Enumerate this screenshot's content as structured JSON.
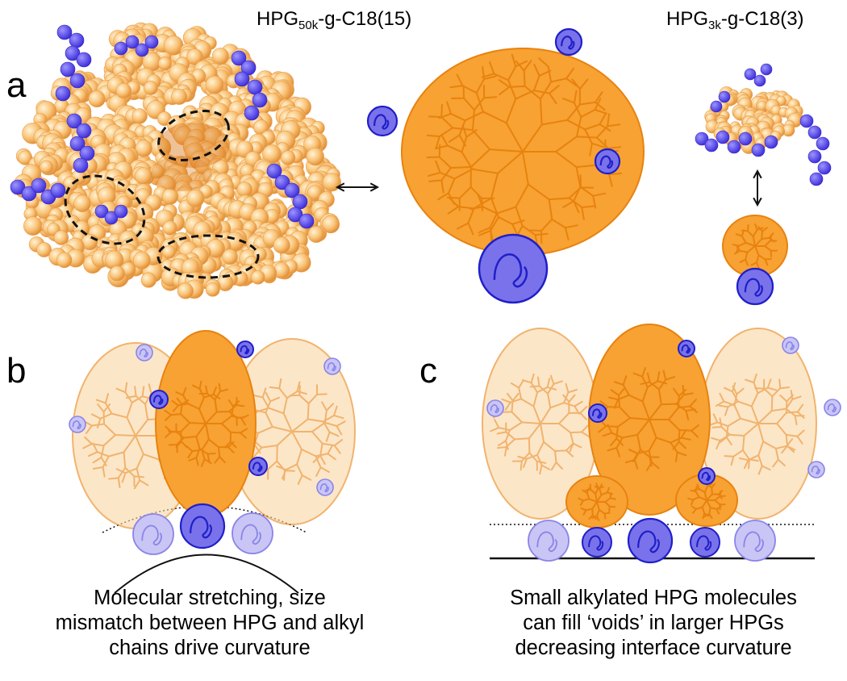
{
  "panels": {
    "a": {
      "letter": "a",
      "title_large": {
        "prefix": "HPG",
        "sub": "50k",
        "suffix": "-g-C18(15)"
      },
      "title_small": {
        "prefix": "HPG",
        "sub": "3k",
        "suffix": "-g-C18(3)"
      }
    },
    "b": {
      "letter": "b",
      "caption": [
        "Molecular stretching, size",
        "mismatch between HPG and alkyl",
        "chains drive curvature"
      ]
    },
    "c": {
      "letter": "c",
      "caption": [
        "Small alkylated HPG molecules",
        "can fill ‘voids’ in larger HPGs",
        "decreasing interface curvature"
      ]
    }
  },
  "colors": {
    "hpg_fill": "#f7a233",
    "hpg_stroke": "#e8820e",
    "hpg_faded_fill": "#fbd6a4",
    "alkyl_fill": "#7a72ea",
    "alkyl_stroke": "#1f1fc8",
    "alkyl_faded": "#c9c6f6",
    "bead_light": "#fde0a6",
    "bead_dark": "#e58a2c",
    "alkyl_bead": "#4a3ae0",
    "void_outline": "#111111"
  },
  "icons": {
    "double_arrow": "double-headed-arrow-icon",
    "alkyl_coil": "alkyl-coil-icon"
  }
}
